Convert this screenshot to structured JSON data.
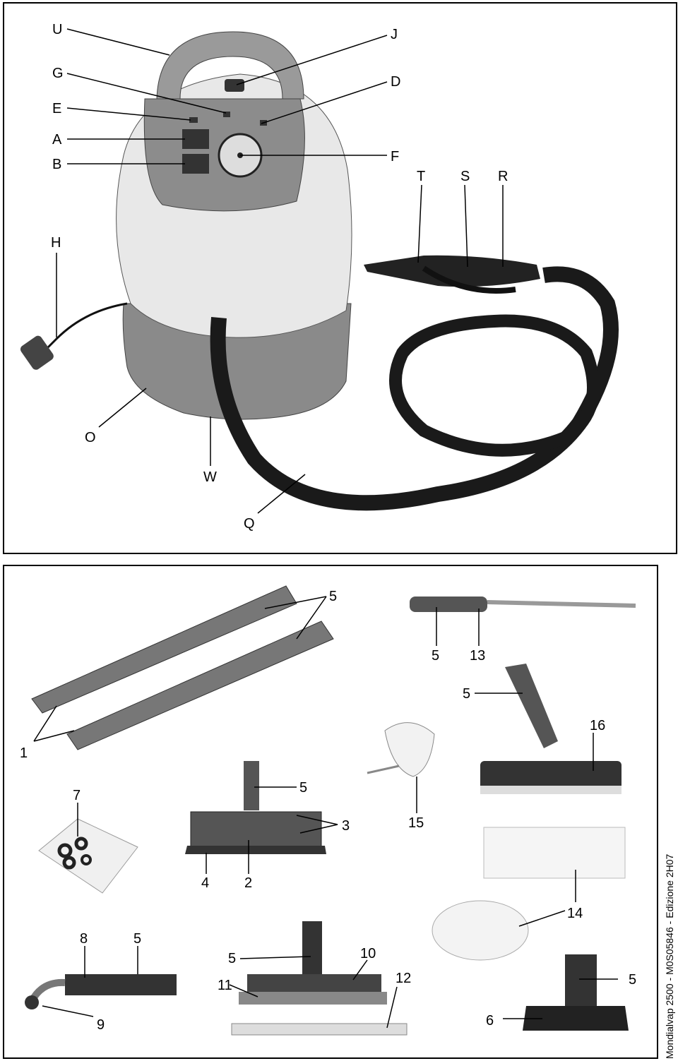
{
  "figure_top": {
    "labels": [
      "U",
      "J",
      "G",
      "D",
      "E",
      "A",
      "F",
      "B",
      "T",
      "S",
      "R",
      "H",
      "O",
      "W",
      "Q"
    ]
  },
  "figure_bottom": {
    "labels": [
      "5",
      "5",
      "13",
      "5",
      "16",
      "1",
      "7",
      "5",
      "3",
      "15",
      "4",
      "2",
      "14",
      "8",
      "5",
      "5",
      "10",
      "12",
      "11",
      "5",
      "9",
      "6"
    ]
  },
  "footer": {
    "side_text": "Mondialvap 2500 - M0S05846 - Edizione 2H07"
  }
}
